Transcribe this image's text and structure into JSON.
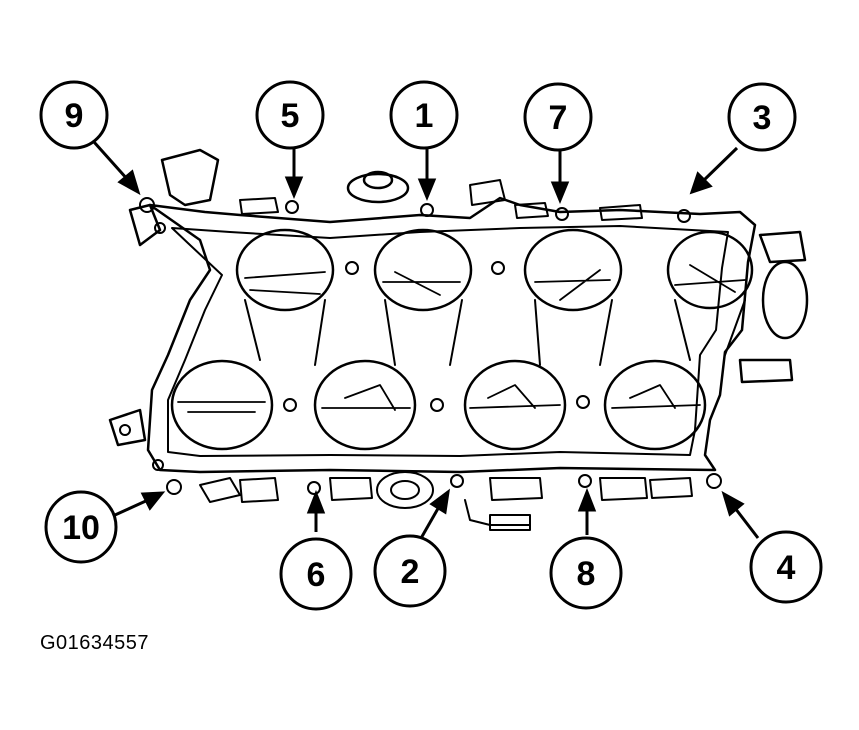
{
  "figure": {
    "id_label": "G01634557",
    "colors": {
      "ink": "#000000",
      "paper": "#ffffff"
    }
  },
  "callouts": [
    {
      "label": "9"
    },
    {
      "label": "5"
    },
    {
      "label": "1"
    },
    {
      "label": "7"
    },
    {
      "label": "3"
    },
    {
      "label": "10"
    },
    {
      "label": "6"
    },
    {
      "label": "2"
    },
    {
      "label": "8"
    },
    {
      "label": "4"
    }
  ]
}
